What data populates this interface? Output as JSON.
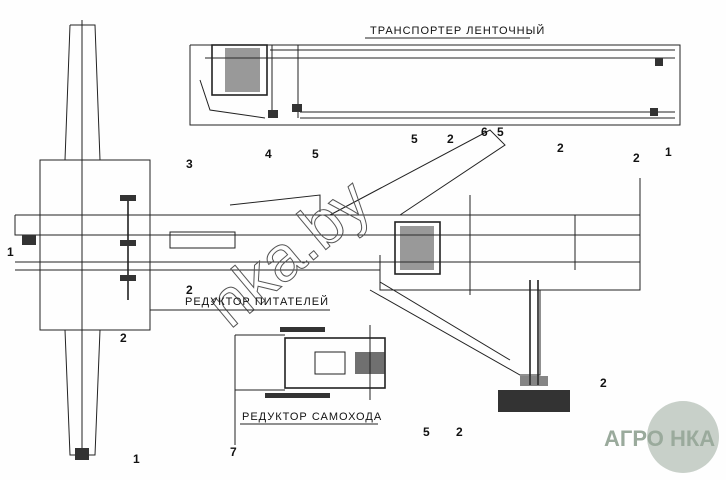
{
  "titles": {
    "conveyor": "ТРАНСПОРТЕР ЛЕНТОЧНЫЙ",
    "feeder_reducer": "РЕДУКТОР ПИТАТЕЛЕЙ",
    "drive_reducer": "РЕДУКТОР САМОХОДА"
  },
  "callouts": {
    "c1_top": "1",
    "c4": "4",
    "c5_top": "5",
    "c3": "3",
    "c2_a": "2",
    "c6": "6",
    "c5_b": "5",
    "c5_c": "5",
    "c2_b": "2",
    "c2_c": "2",
    "c1_left": "1",
    "c2_d": "2",
    "c2_e": "2",
    "c7": "7",
    "c5_d": "5",
    "c2_f": "2",
    "c2_g": "2",
    "c1_bottom": "1"
  },
  "watermark": "nka.by",
  "logo": "АГРО НКА",
  "colors": {
    "line": "#222222",
    "logo": "#9aaa9c"
  }
}
